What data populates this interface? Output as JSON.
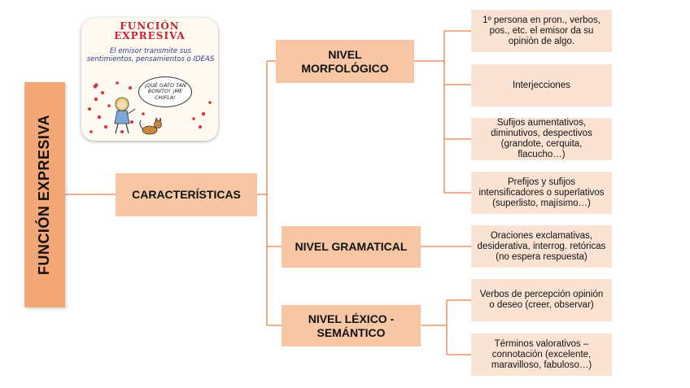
{
  "root": {
    "label": "FUNCIÓN EXPRESIVA"
  },
  "illustration": {
    "title_line1": "FUNCIÓN",
    "title_line2": "EXPRESIVA",
    "subtitle": "El emisor transmite sus sentimientos, pensamientos o IDEAS",
    "speech": "¡QUÉ GATO TAN BONITO! ¡ME CHIFLA!"
  },
  "characteristics": {
    "label": "CARACTERÍSTICAS"
  },
  "levels": [
    {
      "label": "NIVEL MORFOLÓGICO",
      "items": [
        "1º  persona en pron., verbos, pos., etc. el emisor da su opinión de algo.",
        "Interjecciones",
        "Sufijos aumentativos, diminutivos, despectivos (grandote, cerquita, flacucho…)",
        "Prefijos y sufijos intensificadores o superlativos (superlisto, majísimo…)"
      ]
    },
    {
      "label": "NIVEL GRAMATICAL",
      "items": [
        "Oraciones exclamativas, desiderativa, interrog. retóricas (no espera respuesta)"
      ]
    },
    {
      "label": "NIVEL LÉXICO - SEMÁNTICO",
      "items": [
        "Verbos de percepción opinión o deseo (creer, observar)",
        "Términos valorativos – connotación (excelente, maravilloso, fabuloso…)"
      ]
    }
  ],
  "colors": {
    "connector": "#e8814a",
    "root_fill": "#f4a776",
    "node_fill": "#f7c6a5",
    "leaf_fill": "#fbe3d3"
  }
}
